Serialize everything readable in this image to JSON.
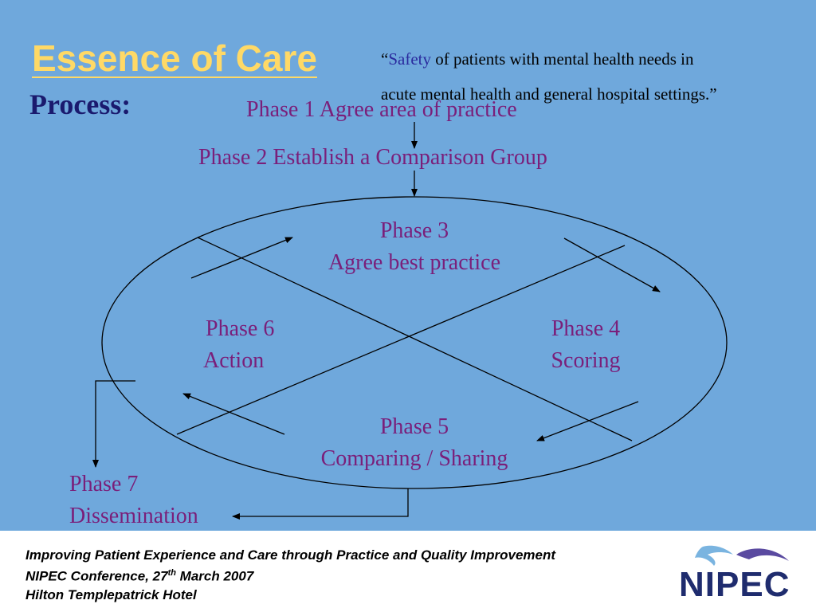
{
  "title": "Essence of Care",
  "process_label": "Process:",
  "quote": {
    "open": "“",
    "highlight": "Safety",
    "rest_line1": " of patients with mental health needs in",
    "line2": "acute mental health and general hospital settings.”"
  },
  "phases": {
    "p1": "Phase 1 Agree area of practice",
    "p2": "Phase 2 Establish a Comparison Group",
    "p3_line1": "Phase 3",
    "p3_line2": "Agree best practice",
    "p4_line1": "Phase 4",
    "p4_line2": "Scoring",
    "p5_line1": "Phase 5",
    "p5_line2": "Comparing / Sharing",
    "p6_line1": "Phase 6",
    "p6_line2": "Action",
    "p7_line1": "Phase 7",
    "p7_line2": "Dissemination"
  },
  "footer": {
    "line1": "Improving Patient Experience and Care through Practice and Quality Improvement",
    "line2_pre": "NIPEC Conference, 27",
    "line2_sup": "th",
    "line2_post": " March 2007",
    "line3": "Hilton Templepatrick Hotel"
  },
  "logo": {
    "text": "NIPEC"
  },
  "colors": {
    "background": "#6fa8dc",
    "title": "#ffd966",
    "process": "#1a1a6e",
    "phase_text": "#7a1f7a",
    "logo_text": "#1f2c6e",
    "logo_swoosh": "#7ab4e0",
    "logo_swoosh_dark": "#5a4aa0"
  }
}
